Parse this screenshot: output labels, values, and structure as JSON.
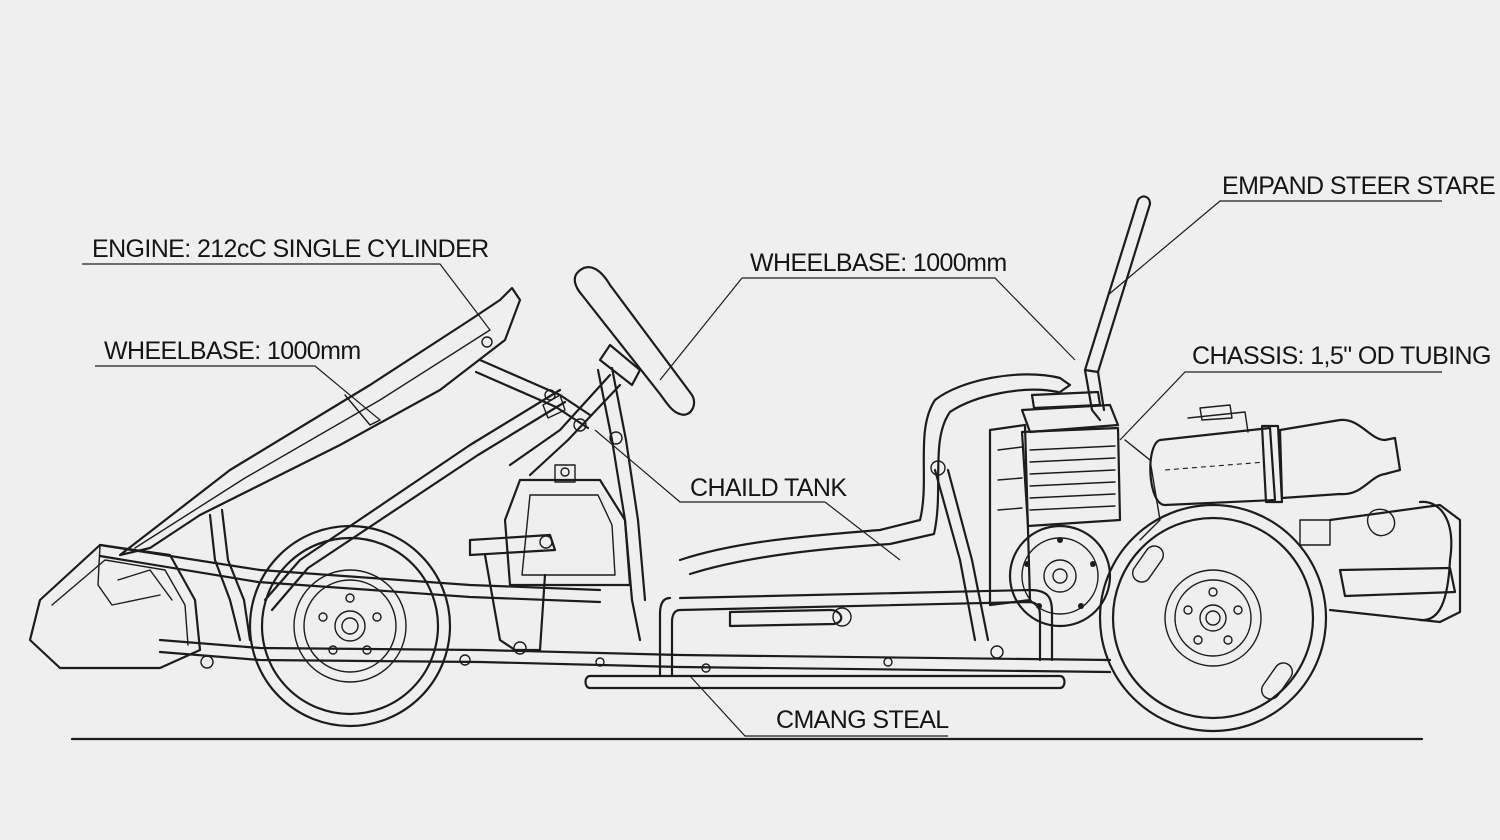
{
  "callouts": {
    "engine": "ENGINE: 212cC SINGLE CYLINDER",
    "wheelbase_left": "WHEELBASE: 1000mm",
    "wheelbase_top": "WHEELBASE: 1000mm",
    "steer": "EMPAND STEER STARE",
    "chassis": "CHASSIS: 1,5\" OD TUBING",
    "tank": "CHAILD TANK",
    "steel": "CMANG STEAL"
  },
  "colors": {
    "background": "#efefef",
    "ink": "#1c1c1c"
  }
}
